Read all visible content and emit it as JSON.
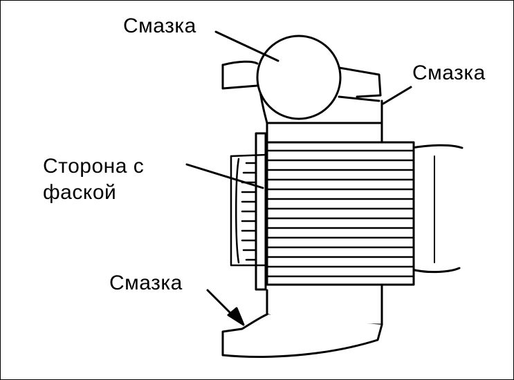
{
  "labels": {
    "lubricant_top": "Смазка",
    "lubricant_right": "Смазка",
    "chamfer_side_line1": "Сторона с",
    "chamfer_side_line2": "фаской",
    "lubricant_bottom": "Смазка"
  },
  "colors": {
    "ink": "#000000",
    "paper": "#ffffff"
  }
}
